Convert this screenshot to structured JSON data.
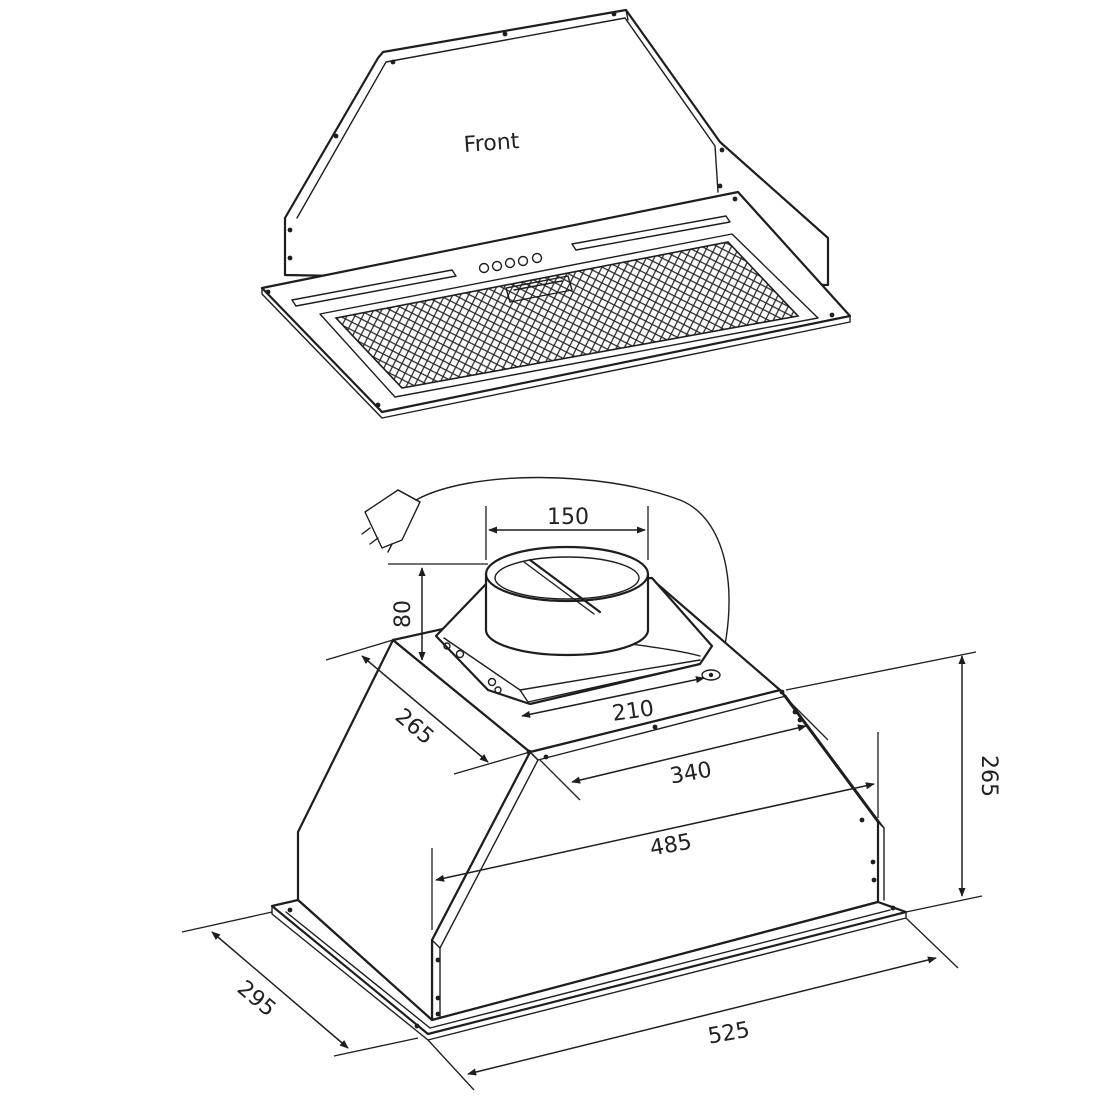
{
  "top_view": {
    "label": "Front"
  },
  "dimensions": {
    "duct_diameter": "150",
    "outlet_height": "80",
    "top_depth": "265",
    "outlet_base_width": "210",
    "top_width": "340",
    "body_width": "485",
    "overall_height": "265",
    "flange_depth": "295",
    "overall_width": "525"
  },
  "colors": {
    "line": "#1e1e1e",
    "background": "#ffffff"
  }
}
